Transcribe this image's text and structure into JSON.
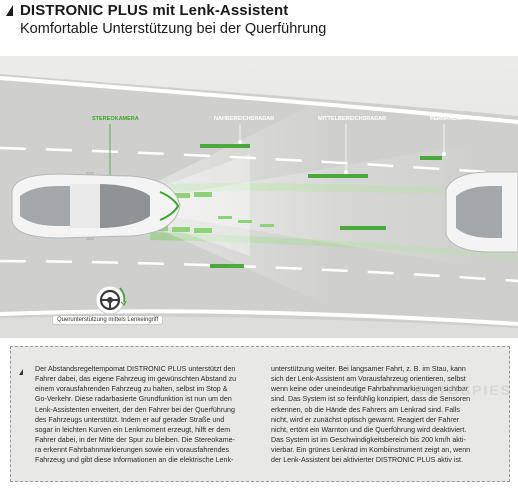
{
  "header": {
    "title": "DISTRONIC PLUS mit Lenk-Assistent",
    "subtitle": "Komfortable Unterstützung bei der Querführung"
  },
  "figure": {
    "labels": {
      "stereo": "STEREOKAMERA",
      "nahbereich": "NAHBEREICHSRADAR",
      "mittelbereich": "MITTELBEREICHSRADAR",
      "fern": "FERNRADAR"
    },
    "caption": "Querunterstützung mittels Lenkeingriff",
    "colors": {
      "accent_green": "#3aa52b",
      "road": "#c8c8c6",
      "lane": "#ffffff",
      "background": "#e4e4e2"
    }
  },
  "body_text": {
    "col1": [
      "Der Abstandsregeltempomat DISTRONIC PLUS unterstützt den",
      "Fahrer dabei, das eigene Fahrzeug im gewünschten Abstand zu",
      "einem vorausfahrenden Fahrzeug zu halten, selbst im Stop &",
      "Go-Verkehr. Diese radarbasierte Grundfunktion ist nun um den",
      "Lenk-Assistenten erweitert, der den Fahrer bei der Querführung",
      "des Fahrzeugs unterstützt. Indem er auf gerader Straße und",
      "sogar in leichten Kurven ein Lenkmoment erzeugt, hilft er dem",
      "Fahrer dabei, in der Mitte der Spur zu bleiben. Die Stereokame-",
      "ra erkennt Fahrbahnmarkierungen sowie ein vorausfahrendes",
      "Fahrzeug und gibt diese Informationen an die elektrische Lenk-"
    ],
    "col2": [
      "unterstützung weiter. Bei langsamer Fahrt, z. B. im Stau, kann",
      "sich der Lenk-Assistent am Vorausfahrzeug orientieren, selbst",
      "wenn keine oder uneindeutige Fahrbahnmarkierungen sichtbar",
      "sind. Das System ist so feinfühlig konzipiert, dass die Sensoren",
      "erkennen, ob die Hände des Fahrers am Lenkrad sind. Falls",
      "nicht, wird er zunächst optisch gewarnt. Reagiert der Fahrer",
      "nicht, ertönt ein Warnton und die Querführung wird deaktiviert.",
      "Das System ist im Geschwindigkeitsbereich bis 200 km/h akti-",
      "vierbar. Ein grünes Lenkrad im Kombiinstrument zeigt an, wenn",
      "der Lenk-Assistent bei aktivierter DISTRONIC PLUS aktiv ist."
    ]
  },
  "watermark": "AUTOSPIES"
}
